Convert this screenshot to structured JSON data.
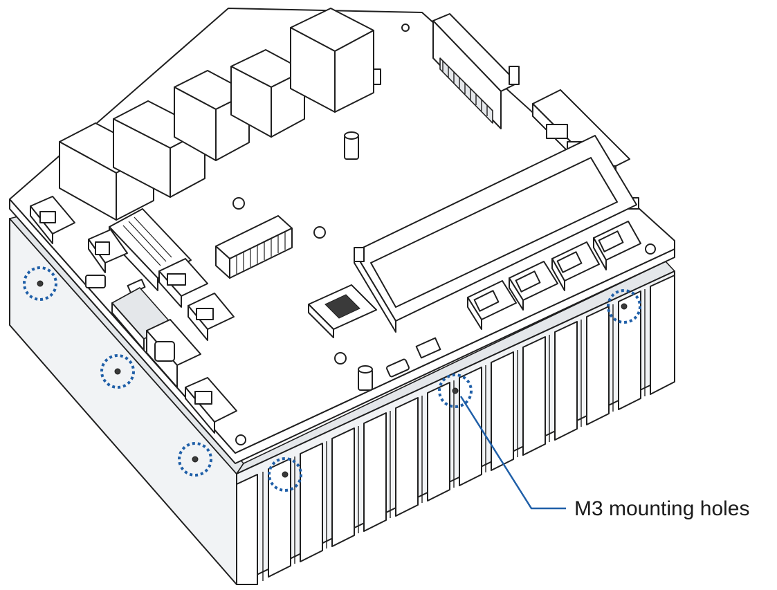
{
  "annotation": {
    "label": "M3 mounting holes",
    "marker_color": "#1f5fa8",
    "leader_color": "#1f5fa8"
  },
  "icons": [
    "heatsink-illustration",
    "circuit-board-illustration",
    "mounting-hole-marker"
  ]
}
